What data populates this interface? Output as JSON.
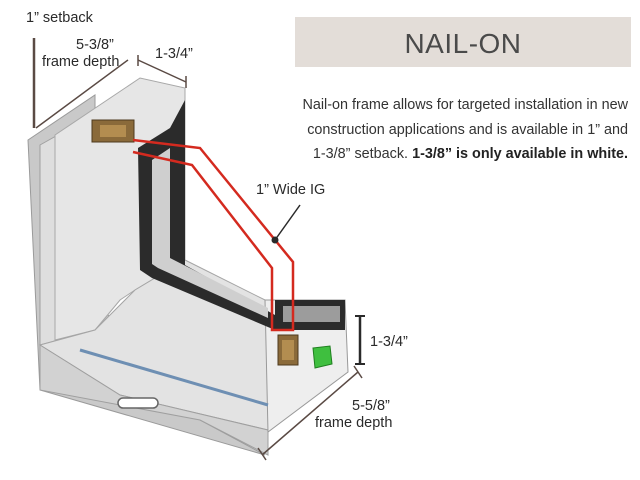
{
  "title": "NAIL-ON",
  "description": {
    "text": "Nail-on frame allows for targeted installation in new construction applications and is available in 1” and 1-3/8” setback.",
    "emphasis": "1-3/8” is only available in white."
  },
  "labels": {
    "setback": "1” setback",
    "frame_depth_top_line1": "5-3/8”",
    "frame_depth_top_line2": "frame depth",
    "top_width": "1-3/4”",
    "ig": "1” Wide IG",
    "right_height": "1-3/4”",
    "frame_depth_bottom_line1": "5-5/8”",
    "frame_depth_bottom_line2": "frame depth"
  },
  "colors": {
    "accent_title_bg": "#e3ddd8",
    "ig_outline": "#d42a1f",
    "frame": "#dcdcdc",
    "glass_channel": "#2a2a2a",
    "bronze_insert": "#8a6a3a",
    "green_clip": "#3fbf3f"
  }
}
